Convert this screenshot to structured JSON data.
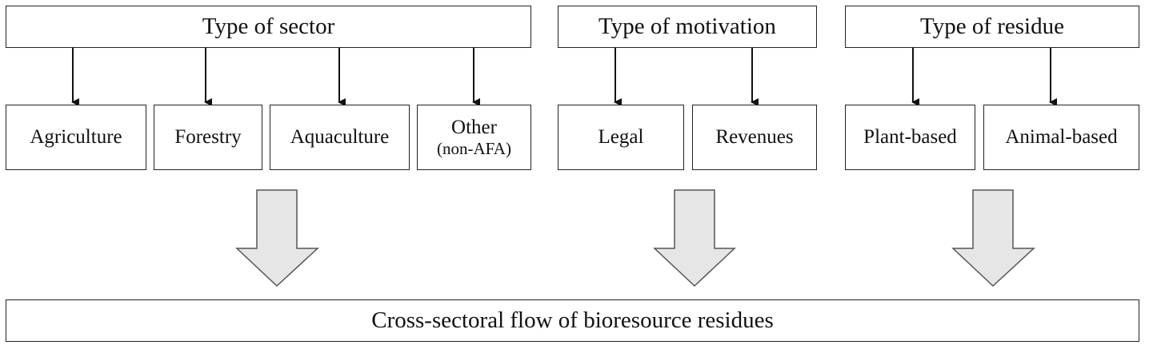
{
  "headers": {
    "sector": "Type of sector",
    "motivation": "Type of motivation",
    "residue": "Type of residue"
  },
  "categories": {
    "agriculture": "Agriculture",
    "forestry": "Forestry",
    "aquaculture": "Aquaculture",
    "other_line1": "Other",
    "other_line2": "(non-AFA)",
    "legal": "Legal",
    "revenues": "Revenues",
    "plant_based": "Plant-based",
    "animal_based": "Animal-based"
  },
  "result": "Cross-sectoral flow of bioresource residues",
  "colors": {
    "border": "#222222",
    "block_arrow_fill": "#e6e6e6",
    "block_arrow_stroke": "#555555"
  }
}
